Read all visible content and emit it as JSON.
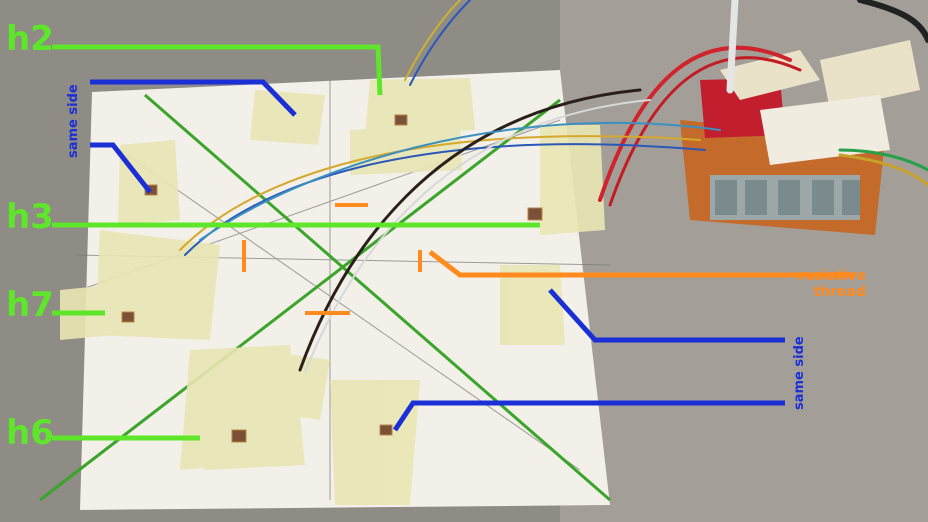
{
  "photo": {
    "subject": "paper sensor with taped copper pads, wires to a breakout board"
  },
  "annotations": {
    "heading_labels": [
      "h2",
      "h3",
      "h7",
      "h6"
    ],
    "same_side_left": "same side",
    "same_side_right": "same side",
    "resistive_thread_line1": "resistive",
    "resistive_thread_line2": "thread"
  },
  "colors": {
    "label_green": "#5ee62a",
    "label_blue": "#1a2fd6",
    "label_orange": "#ff8a1e",
    "paper": "#f2f0e8",
    "tape": "#e8e6b0"
  }
}
